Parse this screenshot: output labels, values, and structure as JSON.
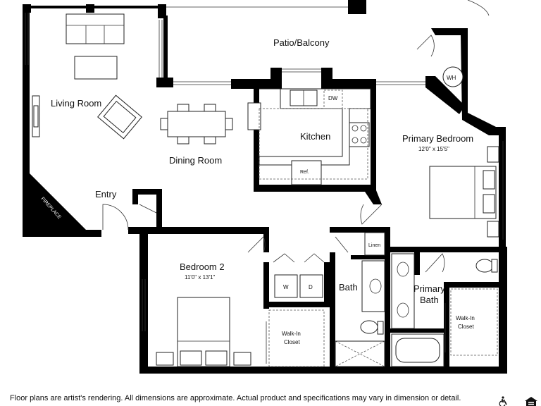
{
  "rooms": {
    "patio": "Patio/Balcony",
    "living": "Living Room",
    "dining": "Dining Room",
    "kitchen": "Kitchen",
    "entry": "Entry",
    "fireplace": "FIREPLACE",
    "primary_bedroom": "Primary Bedroom",
    "primary_bedroom_dims": "12'0\" x 15'5\"",
    "bedroom2": "Bedroom 2",
    "bedroom2_dims": "11'0\" x 13'1\"",
    "bath": "Bath",
    "primary_bath_line1": "Primary",
    "primary_bath_line2": "Bath",
    "walkin1_line1": "Walk-In",
    "walkin1_line2": "Closet",
    "walkin2_line1": "Walk-In",
    "walkin2_line2": "Closet"
  },
  "fixtures": {
    "wh": "WH",
    "dw": "DW",
    "ref": "Ref.",
    "linen": "Linen",
    "washer": "W",
    "dryer": "D"
  },
  "footer": {
    "disclaimer": "Floor plans are artist's rendering. All dimensions are approximate. Actual product and specifications may vary in dimension or detail."
  },
  "icons": [
    "accessibility-icon",
    "equal-housing-icon"
  ]
}
